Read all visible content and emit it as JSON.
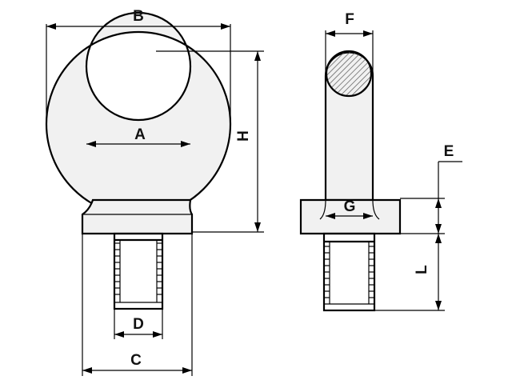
{
  "labels": {
    "a": "A",
    "b": "B",
    "c": "C",
    "d": "D",
    "e": "E",
    "f": "F",
    "g": "G",
    "h": "H",
    "l": "L"
  },
  "colors": {
    "line": "#000000",
    "body_fill": "#f1f1f1",
    "hatch": "#555555",
    "background": "#ffffff"
  }
}
